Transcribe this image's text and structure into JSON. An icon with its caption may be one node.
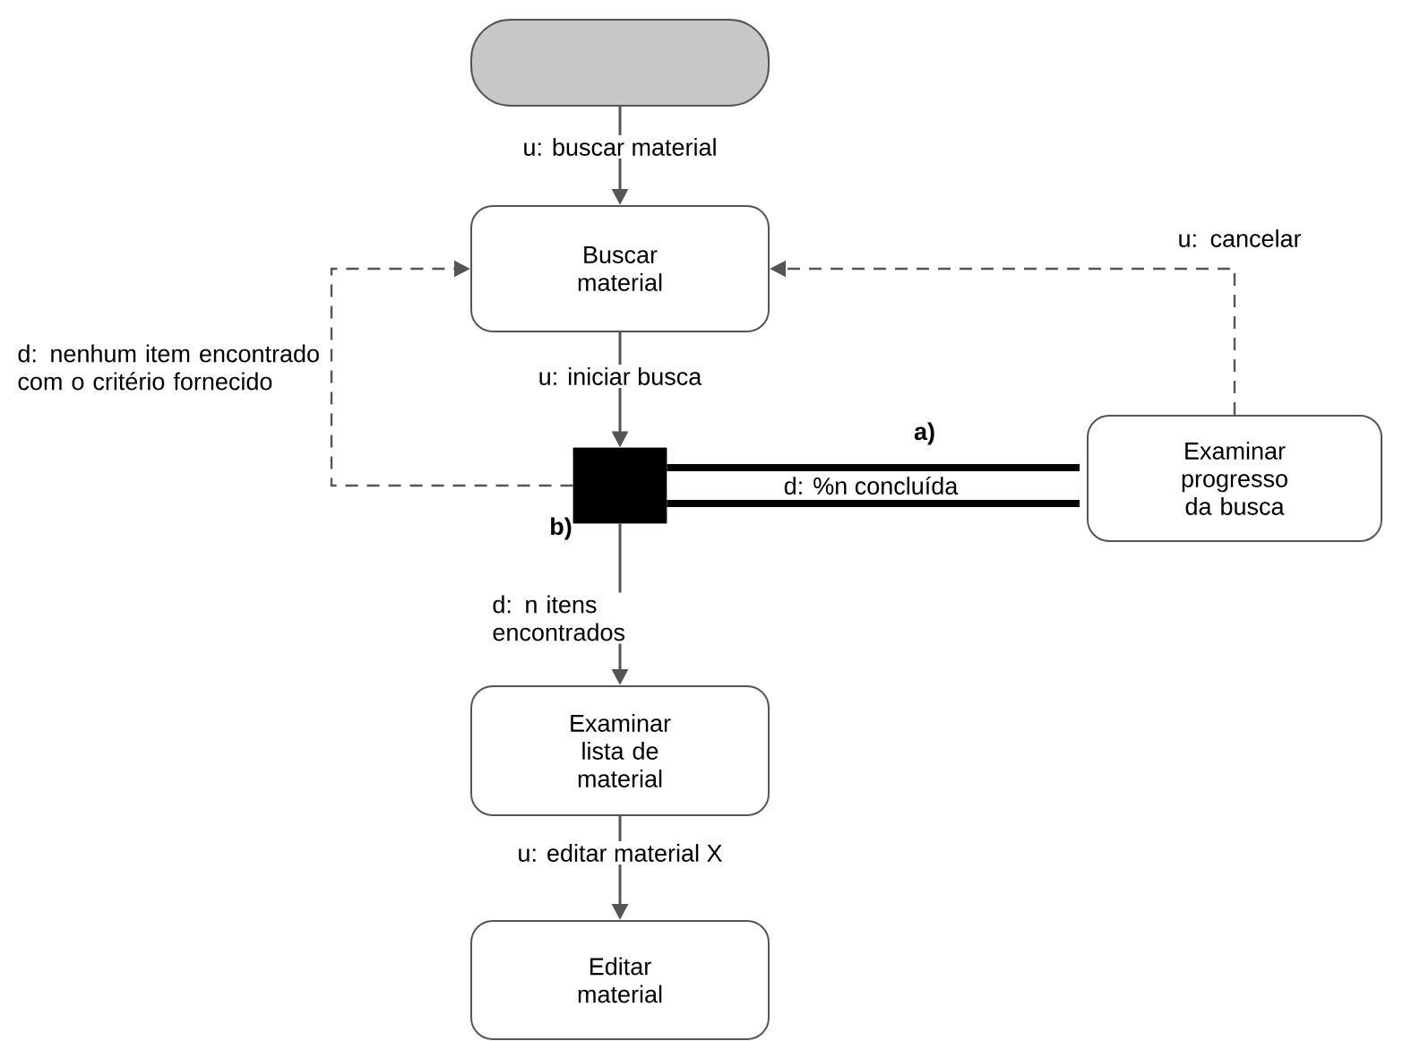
{
  "diagram": {
    "nodes": [
      {
        "text": [],
        "shape": "box"
      },
      {
        "text": [
          "Buscar material"
        ]
      },
      {
        "text": [],
        "shape": "box"
      },
      {
        "text": [
          "Examinar progresso da busca"
        ]
      },
      {
        "text": [
          "Examinar lista de material"
        ]
      },
      {
        "text": [
          "Editar material"
        ]
      }
    ],
    "edges": [
      {
        "from": 0,
        "to": 1,
        "arrow": "to",
        "label": "u: buscar material"
      },
      {
        "from": 1,
        "to": 2,
        "arrow": "to",
        "label": "u: iniciar busca"
      },
      {
        "from": 2,
        "to": 1,
        "arrow": "to",
        "label": "d: nenhum item encontrado com o critério fornecido",
        "style": "dashed"
      },
      {
        "from": 2,
        "to": 3,
        "arrow": "none",
        "label": "d: %n concluída",
        "style": "thick",
        "color": "#000000"
      },
      {
        "from": 3,
        "to": 1,
        "arrow": "to",
        "label": "u: cancelar",
        "style": "dashed"
      },
      {
        "from": 2,
        "to": 4,
        "arrow": "to",
        "label": "d: n itens encontrados"
      },
      {
        "from": 4,
        "to": 5,
        "arrow": "to",
        "label": "u: editar material X"
      }
    ],
    "labels": [
      "a)",
      "b)"
    ]
  }
}
